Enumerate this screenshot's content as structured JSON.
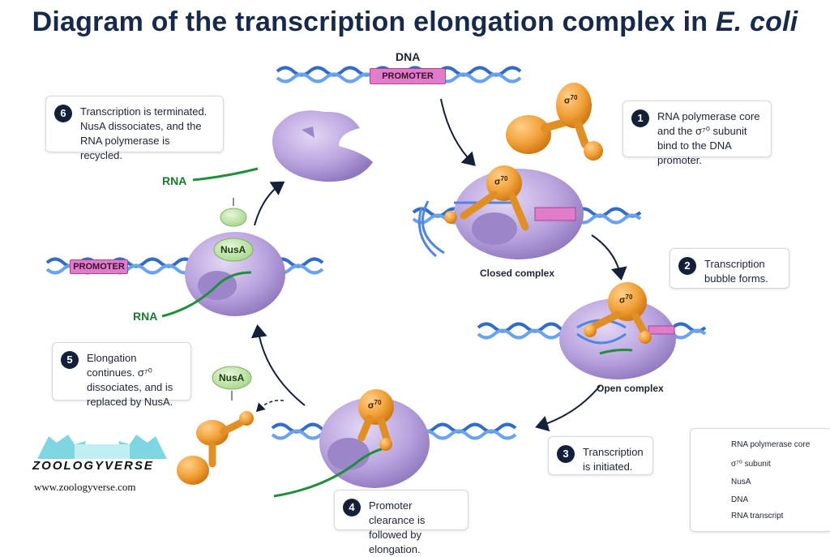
{
  "title": {
    "main": "Diagram of the transcription elongation complex in ",
    "organism": "E. coli"
  },
  "dna_label": "DNA",
  "promoter_label": "PROMOTER",
  "rna_label": "RNA",
  "nusa_label": "NusA",
  "sigma_label": "σ",
  "sigma_sup": "70",
  "stages": {
    "closed": "Closed complex",
    "open": "Open complex"
  },
  "steps": [
    {
      "number": "1",
      "text": "RNA polymerase core and the σ⁷⁰ subunit bind to the DNA promoter."
    },
    {
      "number": "2",
      "text": "Transcription bubble forms."
    },
    {
      "number": "3",
      "text": "Transcription is initiated."
    },
    {
      "number": "4",
      "text": "Promoter clearance is followed by elongation."
    },
    {
      "number": "5",
      "text": "Elongation continues. σ⁷⁰ dissociates, and is replaced by NusA."
    },
    {
      "number": "6",
      "text": "Transcription is terminated. NusA dissociates, and the RNA polymerase is recycled."
    }
  ],
  "legend": [
    {
      "label": "RNA polymerase core",
      "color": "#b9a3de"
    },
    {
      "label": "σ⁷⁰ subunit",
      "color": "#f2a23a"
    },
    {
      "label": "NusA",
      "color": "#bfe3a6"
    },
    {
      "label": "DNA",
      "color": "#3d7ad6"
    },
    {
      "label": "RNA transcript",
      "color": "#1e8f3a"
    }
  ],
  "logo": {
    "name": "ZOOLOGYVERSE",
    "url": "www.zoologyverse.com"
  }
}
